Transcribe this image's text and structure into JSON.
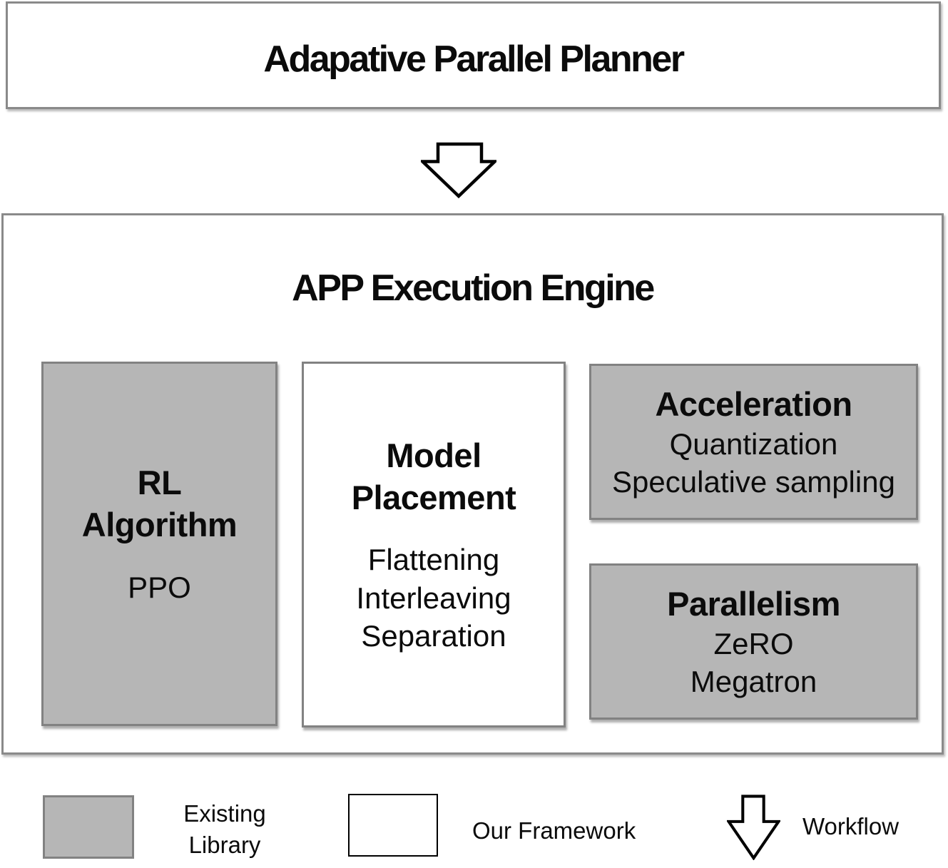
{
  "colors": {
    "gray_fill": "#b6b6b6",
    "gray_box_border": "#828282",
    "outer_box_border": "#8a8a8a",
    "arrow_stroke": "#000000",
    "text": "#0b0b0b"
  },
  "planner": {
    "title": "Adapative Parallel Planner"
  },
  "engine": {
    "title": "APP Execution Engine",
    "rl_algorithm": {
      "title": "RL\nAlgorithm",
      "items": "PPO"
    },
    "model_placement": {
      "title": "Model\nPlacement",
      "items": "Flattening\nInterleaving\nSeparation"
    },
    "acceleration": {
      "title": "Acceleration",
      "items": "Quantization\nSpeculative sampling"
    },
    "parallelism": {
      "title": "Parallelism",
      "items": "ZeRO\nMegatron"
    }
  },
  "legend": {
    "existing_library_label": "Existing\nLibrary",
    "our_framework_label": "Our Framework",
    "workflow_label": "Workflow"
  },
  "icons": {
    "workflow_arrow": "down-block-arrow"
  }
}
